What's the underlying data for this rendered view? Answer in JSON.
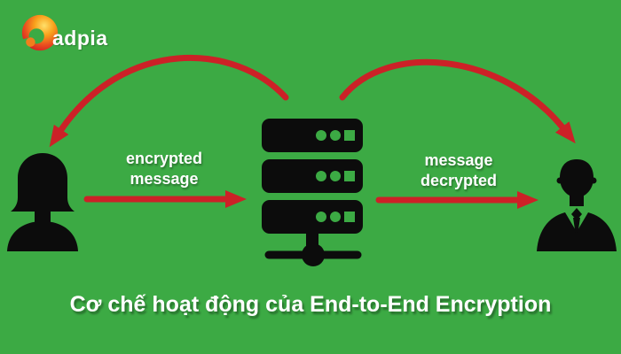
{
  "colors": {
    "background_green": "#3caa44",
    "arrow_red": "#cc2127",
    "silhouette_black": "#0c0c0c",
    "text_white": "#ffffff",
    "logo_orange": "#f9a11b",
    "logo_red": "#cf1a24"
  },
  "logo": {
    "brand": "adpia",
    "icon": "swirl-flame-icon"
  },
  "diagram": {
    "encrypted_label": [
      "encrypted",
      "message"
    ],
    "decrypted_label": [
      "message",
      "decrypted"
    ],
    "entities": {
      "sender": "woman-user-silhouette",
      "middle": "server-stack",
      "receiver": "man-user-silhouette"
    }
  },
  "title": "Cơ chế hoạt động của End-to-End Encryption"
}
